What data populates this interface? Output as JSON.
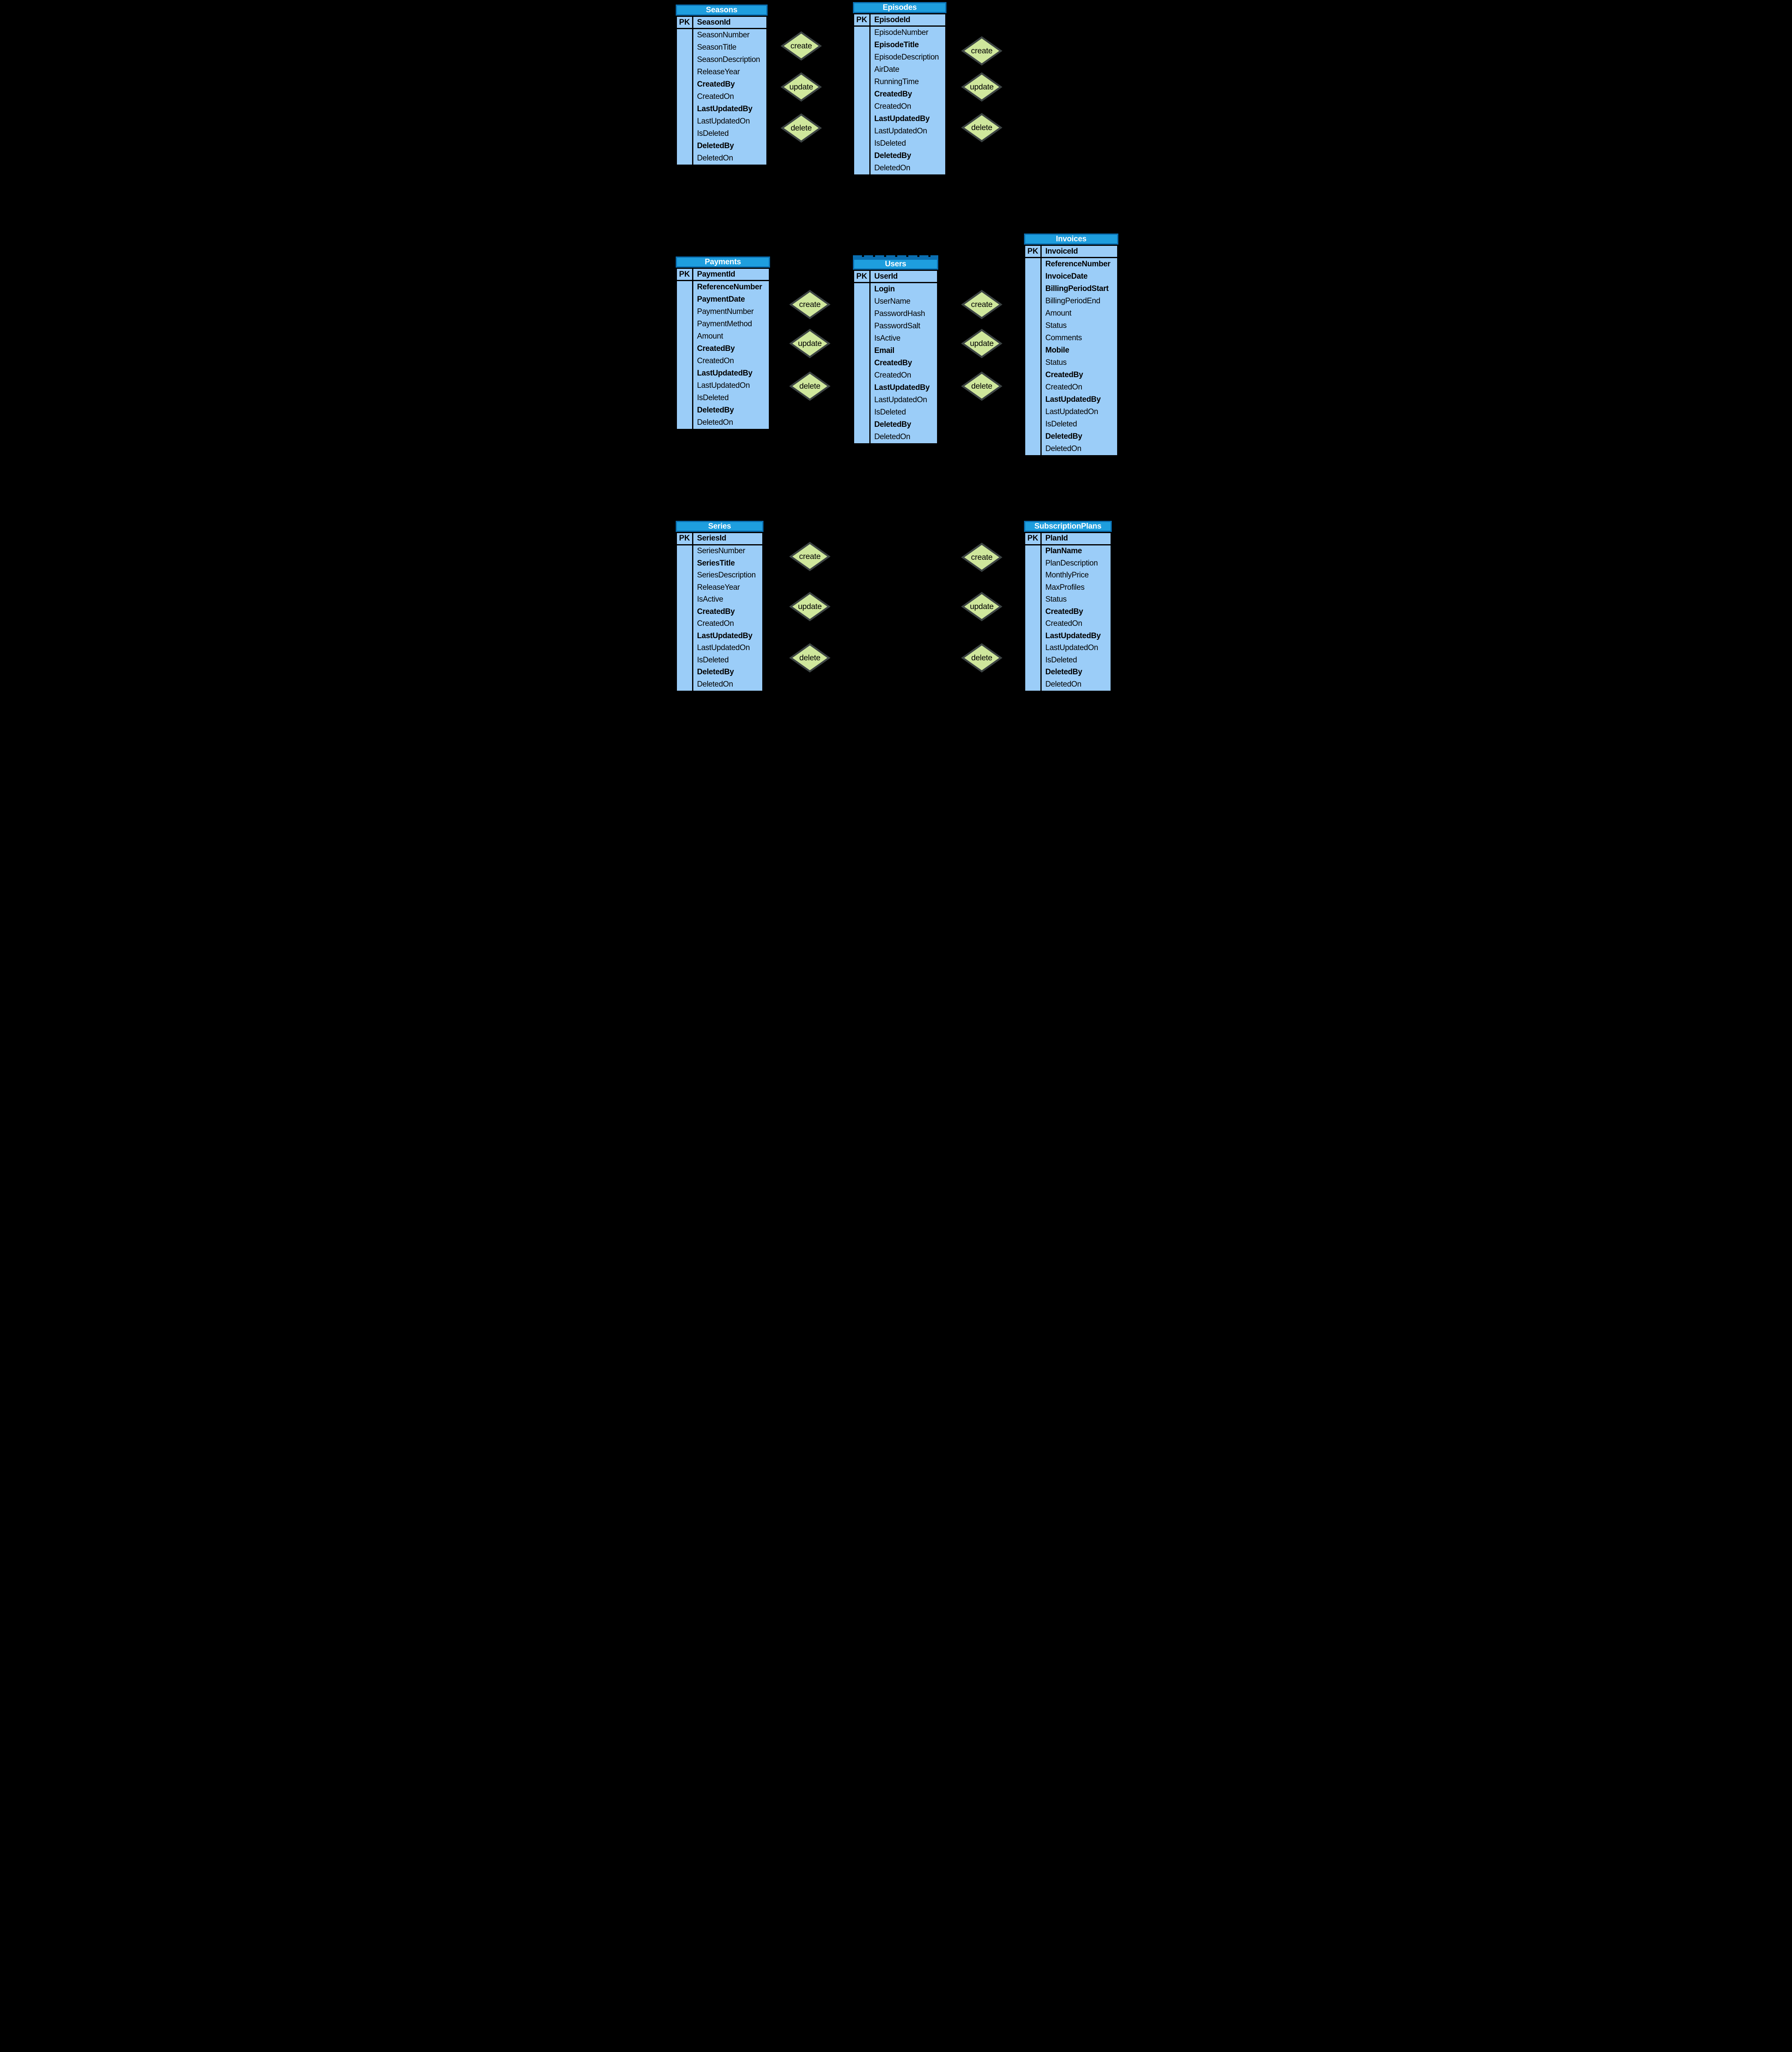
{
  "pk_label": "PK",
  "crud": {
    "create": "create",
    "update": "update",
    "delete": "delete"
  },
  "colors": {
    "background": "#000000",
    "table_header_blue": "#1e9ede",
    "table_header_border_blue": "#0a6eb0",
    "table_body_blue": "#9bcdf8",
    "table_line_black": "#000000",
    "table_title_text": "#ffffff",
    "diamond_fill_green": "#cfe79c",
    "diamond_border_gray": "#3d4444",
    "diamond_text": "#000000"
  },
  "tables": {
    "seasons": {
      "title": "Seasons",
      "pk": "SeasonId",
      "fields": [
        {
          "t": "SeasonNumber",
          "b": false
        },
        {
          "t": "SeasonTitle",
          "b": false
        },
        {
          "t": "SeasonDescription",
          "b": false
        },
        {
          "t": "ReleaseYear",
          "b": false
        },
        {
          "t": "CreatedBy",
          "b": true
        },
        {
          "t": "CreatedOn",
          "b": false
        },
        {
          "t": "LastUpdatedBy",
          "b": true
        },
        {
          "t": "LastUpdatedOn",
          "b": false
        },
        {
          "t": "IsDeleted",
          "b": false
        },
        {
          "t": "DeletedBy",
          "b": true
        },
        {
          "t": "DeletedOn",
          "b": false
        }
      ]
    },
    "episodes": {
      "title": "Episodes",
      "pk": "EpisodeId",
      "fields": [
        {
          "t": "EpisodeNumber",
          "b": false
        },
        {
          "t": "EpisodeTitle",
          "b": true
        },
        {
          "t": "EpisodeDescription",
          "b": false
        },
        {
          "t": "AirDate",
          "b": false
        },
        {
          "t": "RunningTime",
          "b": false
        },
        {
          "t": "CreatedBy",
          "b": true
        },
        {
          "t": "CreatedOn",
          "b": false
        },
        {
          "t": "LastUpdatedBy",
          "b": true
        },
        {
          "t": "LastUpdatedOn",
          "b": false
        },
        {
          "t": "IsDeleted",
          "b": false
        },
        {
          "t": "DeletedBy",
          "b": true
        },
        {
          "t": "DeletedOn",
          "b": false
        }
      ]
    },
    "payments": {
      "title": "Payments",
      "pk": "PaymentId",
      "fields": [
        {
          "t": "ReferenceNumber",
          "b": true
        },
        {
          "t": "PaymentDate",
          "b": true
        },
        {
          "t": "PaymentNumber",
          "b": false
        },
        {
          "t": "PaymentMethod",
          "b": false
        },
        {
          "t": "Amount",
          "b": false
        },
        {
          "t": "CreatedBy",
          "b": true
        },
        {
          "t": "CreatedOn",
          "b": false
        },
        {
          "t": "LastUpdatedBy",
          "b": true
        },
        {
          "t": "LastUpdatedOn",
          "b": false
        },
        {
          "t": "IsDeleted",
          "b": false
        },
        {
          "t": "DeletedBy",
          "b": true
        },
        {
          "t": "DeletedOn",
          "b": false
        }
      ]
    },
    "users": {
      "title": "Users",
      "pk": "UserId",
      "fields": [
        {
          "t": "Login",
          "b": true
        },
        {
          "t": "UserName",
          "b": false
        },
        {
          "t": "PasswordHash",
          "b": false
        },
        {
          "t": "PasswordSalt",
          "b": false
        },
        {
          "t": "IsActive",
          "b": false
        },
        {
          "t": "Email",
          "b": true
        },
        {
          "t": "CreatedBy",
          "b": true
        },
        {
          "t": "CreatedOn",
          "b": false
        },
        {
          "t": "LastUpdatedBy",
          "b": true
        },
        {
          "t": "LastUpdatedOn",
          "b": false
        },
        {
          "t": "IsDeleted",
          "b": false
        },
        {
          "t": "DeletedBy",
          "b": true
        },
        {
          "t": "DeletedOn",
          "b": false
        }
      ]
    },
    "invoices": {
      "title": "Invoices",
      "pk": "InvoiceId",
      "fields": [
        {
          "t": "ReferenceNumber",
          "b": true
        },
        {
          "t": "InvoiceDate",
          "b": true
        },
        {
          "t": "BillingPeriodStart",
          "b": true
        },
        {
          "t": "BillingPeriodEnd",
          "b": false
        },
        {
          "t": "Amount",
          "b": false
        },
        {
          "t": "Status",
          "b": false
        },
        {
          "t": "Comments",
          "b": false
        },
        {
          "t": "Mobile",
          "b": true
        },
        {
          "t": "Status",
          "b": false
        },
        {
          "t": "CreatedBy",
          "b": true
        },
        {
          "t": "CreatedOn",
          "b": false
        },
        {
          "t": "LastUpdatedBy",
          "b": true
        },
        {
          "t": "LastUpdatedOn",
          "b": false
        },
        {
          "t": "IsDeleted",
          "b": false
        },
        {
          "t": "DeletedBy",
          "b": true
        },
        {
          "t": "DeletedOn",
          "b": false
        }
      ]
    },
    "series": {
      "title": "Series",
      "pk": "SeriesId",
      "fields": [
        {
          "t": "SeriesNumber",
          "b": false
        },
        {
          "t": "SeriesTitle",
          "b": true
        },
        {
          "t": "SeriesDescription",
          "b": false
        },
        {
          "t": "ReleaseYear",
          "b": false
        },
        {
          "t": "IsActive",
          "b": false
        },
        {
          "t": "CreatedBy",
          "b": true
        },
        {
          "t": "CreatedOn",
          "b": false
        },
        {
          "t": "LastUpdatedBy",
          "b": true
        },
        {
          "t": "LastUpdatedOn",
          "b": false
        },
        {
          "t": "IsDeleted",
          "b": false
        },
        {
          "t": "DeletedBy",
          "b": true
        },
        {
          "t": "DeletedOn",
          "b": false
        }
      ]
    },
    "subscription_plans": {
      "title": "SubscriptionPlans",
      "pk": "PlanId",
      "fields": [
        {
          "t": "PlanName",
          "b": true
        },
        {
          "t": "PlanDescription",
          "b": false
        },
        {
          "t": "MonthlyPrice",
          "b": false
        },
        {
          "t": "MaxProfiles",
          "b": false
        },
        {
          "t": "Status",
          "b": false
        },
        {
          "t": "CreatedBy",
          "b": true
        },
        {
          "t": "CreatedOn",
          "b": false
        },
        {
          "t": "LastUpdatedBy",
          "b": true
        },
        {
          "t": "LastUpdatedOn",
          "b": false
        },
        {
          "t": "IsDeleted",
          "b": false
        },
        {
          "t": "DeletedBy",
          "b": true
        },
        {
          "t": "DeletedOn",
          "b": false
        }
      ]
    }
  }
}
